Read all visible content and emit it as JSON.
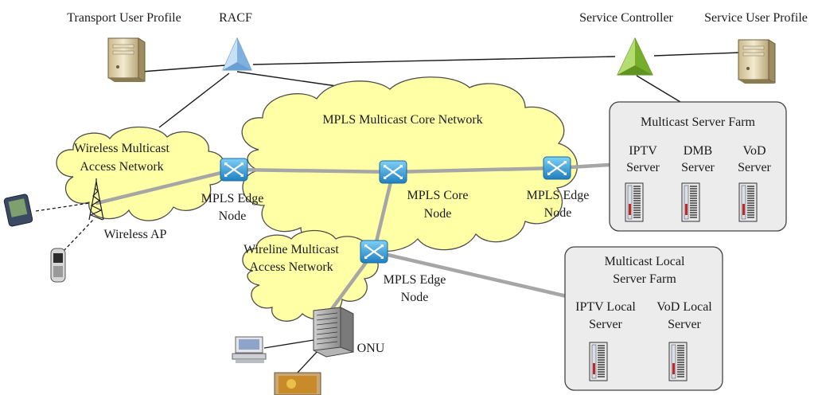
{
  "labels": {
    "transport_user_profile": "Transport User Profile",
    "racf": "RACF",
    "service_controller": "Service Controller",
    "service_user_profile": "Service User Profile",
    "core_network": "MPLS Multicast Core Network",
    "wireless_access_1": "Wireless Multicast",
    "wireless_access_2": "Access Network",
    "wireline_access_1": "Wireline Multicast",
    "wireline_access_2": "Access Network",
    "edge_left_1": "MPLS Edge",
    "edge_left_2": "Node",
    "core_node_1": "MPLS Core",
    "core_node_2": "Node",
    "edge_right_1": "MPLS Edge",
    "edge_right_2": "Node",
    "edge_bottom_1": "MPLS Edge",
    "edge_bottom_2": "Node",
    "wireless_ap": "Wireless AP",
    "onu": "ONU"
  },
  "server_farm": {
    "title": "Multicast Server Farm",
    "servers": [
      {
        "line1": "IPTV",
        "line2": "Server"
      },
      {
        "line1": "DMB",
        "line2": "Server"
      },
      {
        "line1": "VoD",
        "line2": "Server"
      }
    ]
  },
  "local_farm": {
    "title_1": "Multicast Local",
    "title_2": "Server Farm",
    "servers": [
      {
        "line1": "IPTV Local",
        "line2": "Server"
      },
      {
        "line1": "VoD Local",
        "line2": "Server"
      }
    ]
  },
  "colors": {
    "cloud_fill": "#ffffa6",
    "cloud_stroke": "#4d4d4d",
    "link_gray": "#a6a6a6",
    "router_blue": "#3aa0d8",
    "racf_blue": "#9cc6ee",
    "controller_green": "#8dc63f",
    "farm_fill": "#ececec"
  },
  "icons": {
    "profile_server": "server-tower-icon",
    "router": "mpls-router-icon",
    "racf": "racf-pyramid-icon",
    "controller": "controller-pyramid-icon",
    "antenna": "antenna-tower-icon",
    "pda": "pda-icon",
    "phone": "mobile-phone-icon",
    "onu": "onu-rack-icon",
    "desktop": "desktop-pc-icon",
    "tv": "tv-icon"
  }
}
